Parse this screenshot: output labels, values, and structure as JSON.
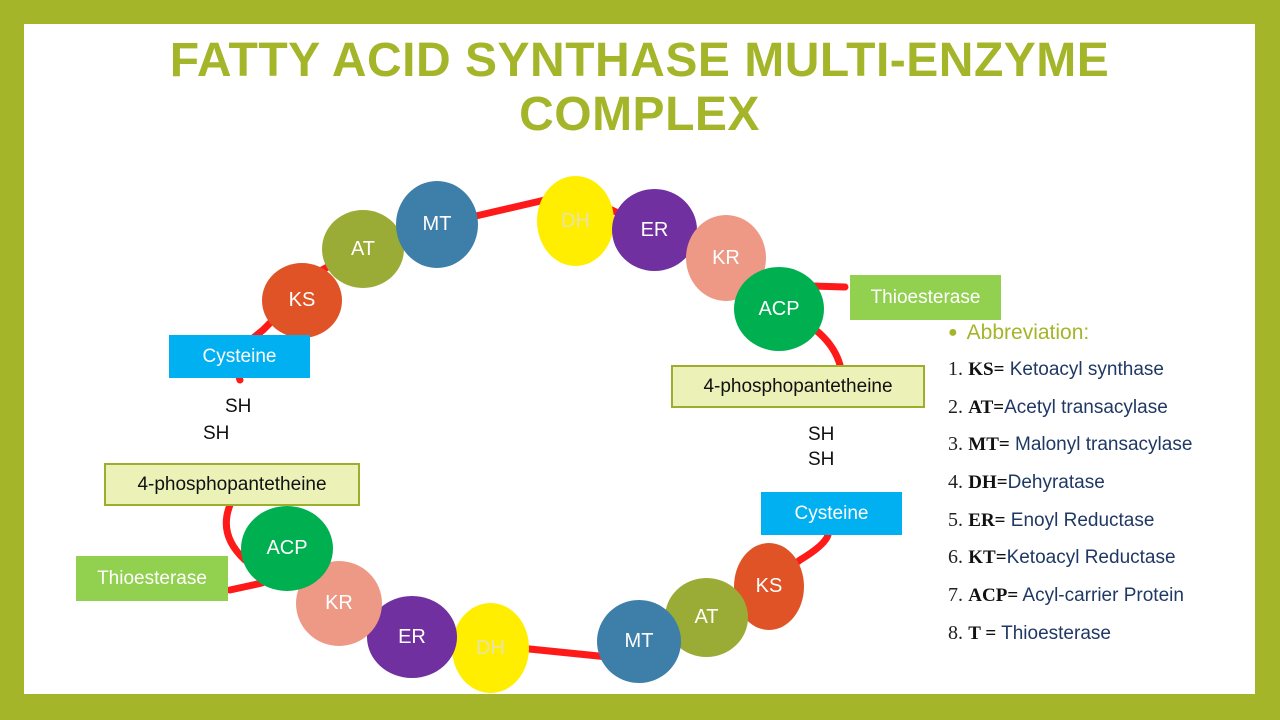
{
  "title": {
    "line1": "FATTY ACID SYNTHASE MULTI-ENZYME",
    "line2": "COMPLEX"
  },
  "colors": {
    "frame": "#a4b52a",
    "ring": "#ff1a1a",
    "KS": "#e05327",
    "AT": "#9aac36",
    "MT": "#3d7fa8",
    "DH": "#ffee00",
    "ER": "#7030a0",
    "KR": "#ee9985",
    "ACP": "#00b050",
    "cysteine_box": "#00b0f0",
    "thioesterase_box": "#92d050",
    "phospho_box": "#ebf1b7"
  },
  "diagram": {
    "upper": {
      "enzymes": [
        "KS",
        "AT",
        "MT",
        "DH",
        "ER",
        "KR",
        "ACP"
      ],
      "thioesterase": "Thioesterase",
      "cysteine": "Cysteine",
      "phospho": "4-phosphopantetheine",
      "sh_a": "SH",
      "sh_b": "SH"
    },
    "lower": {
      "enzymes": [
        "KS",
        "AT",
        "MT",
        "DH",
        "ER",
        "KR",
        "ACP"
      ],
      "thioesterase": "Thioesterase",
      "cysteine": "Cysteine",
      "phospho": "4-phosphopantetheine",
      "sh_a": "SH",
      "sh_b": "SH"
    }
  },
  "abbreviation": {
    "heading": "Abbreviation:",
    "items": [
      {
        "num": "1.",
        "code": "KS=",
        "text": "Ketoacyl synthase"
      },
      {
        "num": "2.",
        "code": "AT=",
        "text": "Acetyl transacylase"
      },
      {
        "num": "3.",
        "code": "MT=",
        "text": "Malonyl transacylase"
      },
      {
        "num": "4.",
        "code": "DH=",
        "text": "Dehyratase"
      },
      {
        "num": "5.",
        "code": "ER=",
        "text": "Enoyl Reductase"
      },
      {
        "num": "6.",
        "code": "KT=",
        "text": "Ketoacyl Reductase"
      },
      {
        "num": "7.",
        "code": "ACP=",
        "text": "Acyl-carrier Protein"
      },
      {
        "num": "8.",
        "code": "T =",
        "text": "Thioesterase"
      }
    ]
  }
}
